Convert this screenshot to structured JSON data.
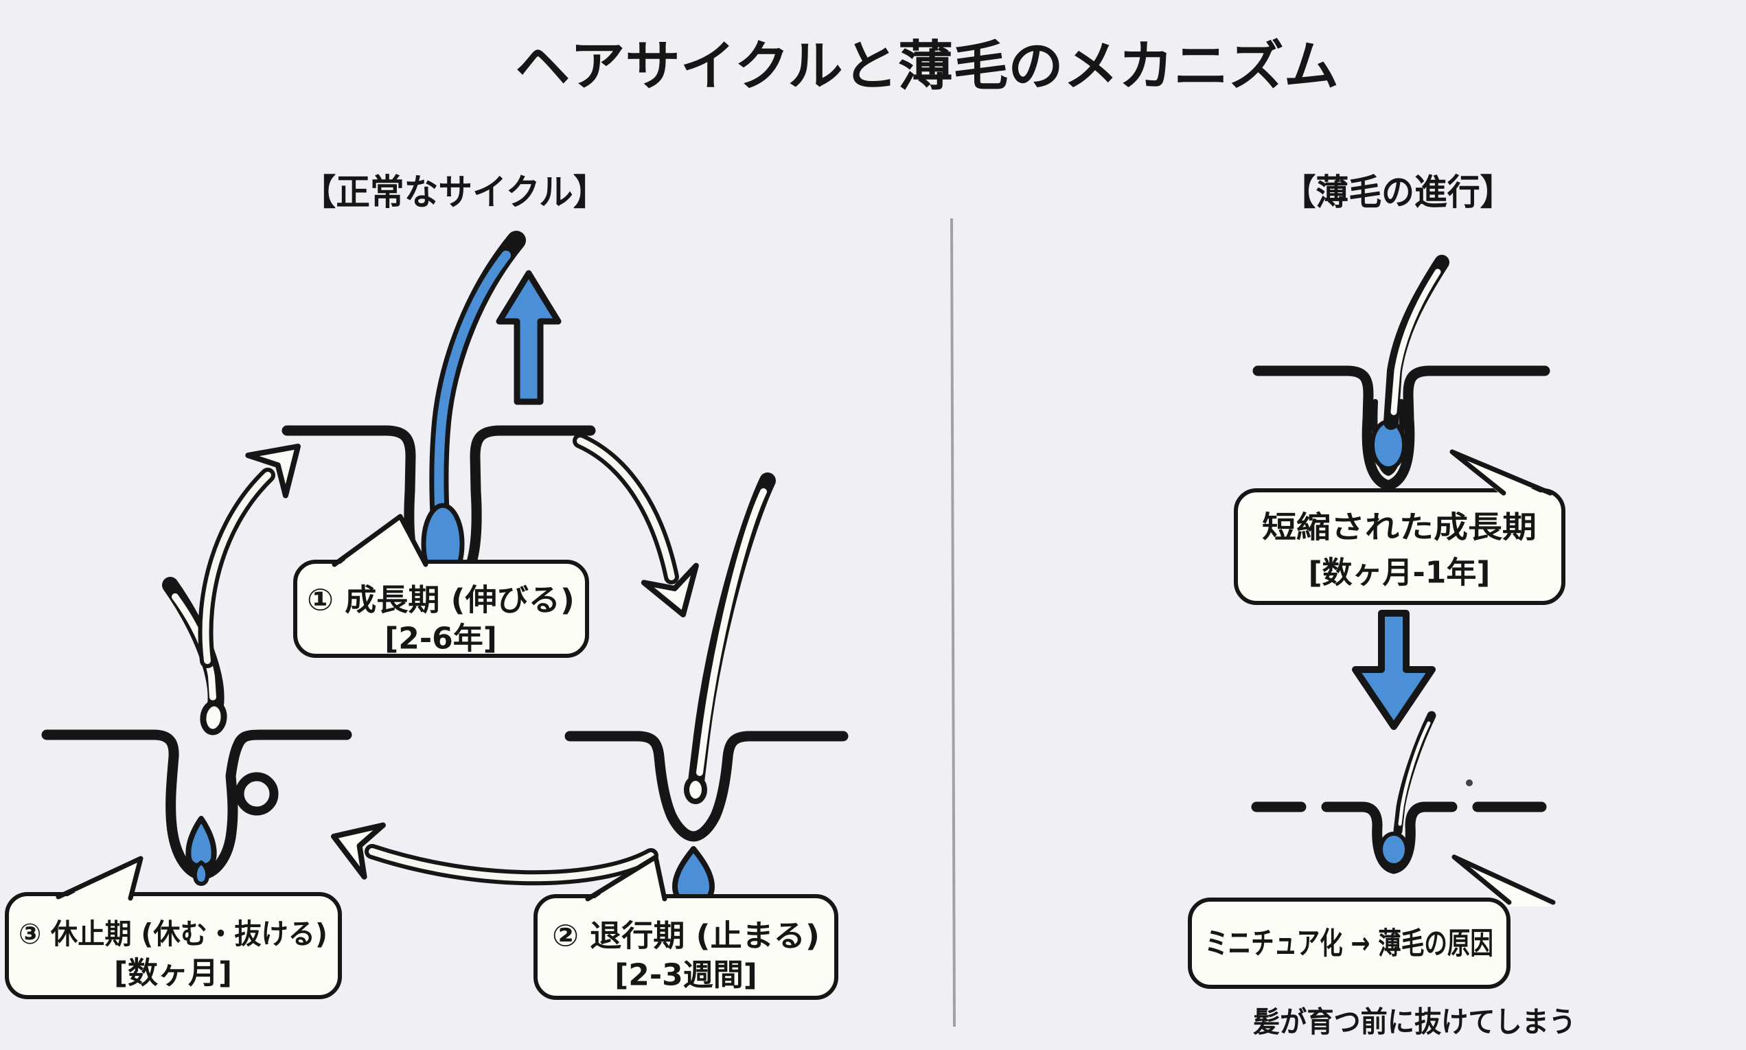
{
  "title": "ヘアサイクルと薄毛のメカニズム",
  "normal": {
    "header": "【正常なサイクル】",
    "growth": {
      "line1": "① 成長期 (伸びる)",
      "line2": "[2-6年]"
    },
    "catagen": {
      "line1": "② 退行期 (止まる)",
      "line2": "[2-3週間]"
    },
    "telogen": {
      "line1": "③ 休止期 (休む・抜ける)",
      "line2": "[数ヶ月]"
    }
  },
  "thinning": {
    "header": "【薄毛の進行】",
    "shortened": {
      "line1": "短縮された成長期",
      "line2": "[数ヶ月-1年]"
    },
    "miniaturization": {
      "line1": "ミニチュア化 → 薄毛の原因"
    },
    "note": "髪が育つ前に抜けてしまう"
  },
  "colors": {
    "hair_blue": "#4b90d7",
    "outline_black": "#161616",
    "bubble_fill": "#fdfdf7",
    "background": "#f0f0f4",
    "divider_gray": "#a0a0a8"
  }
}
